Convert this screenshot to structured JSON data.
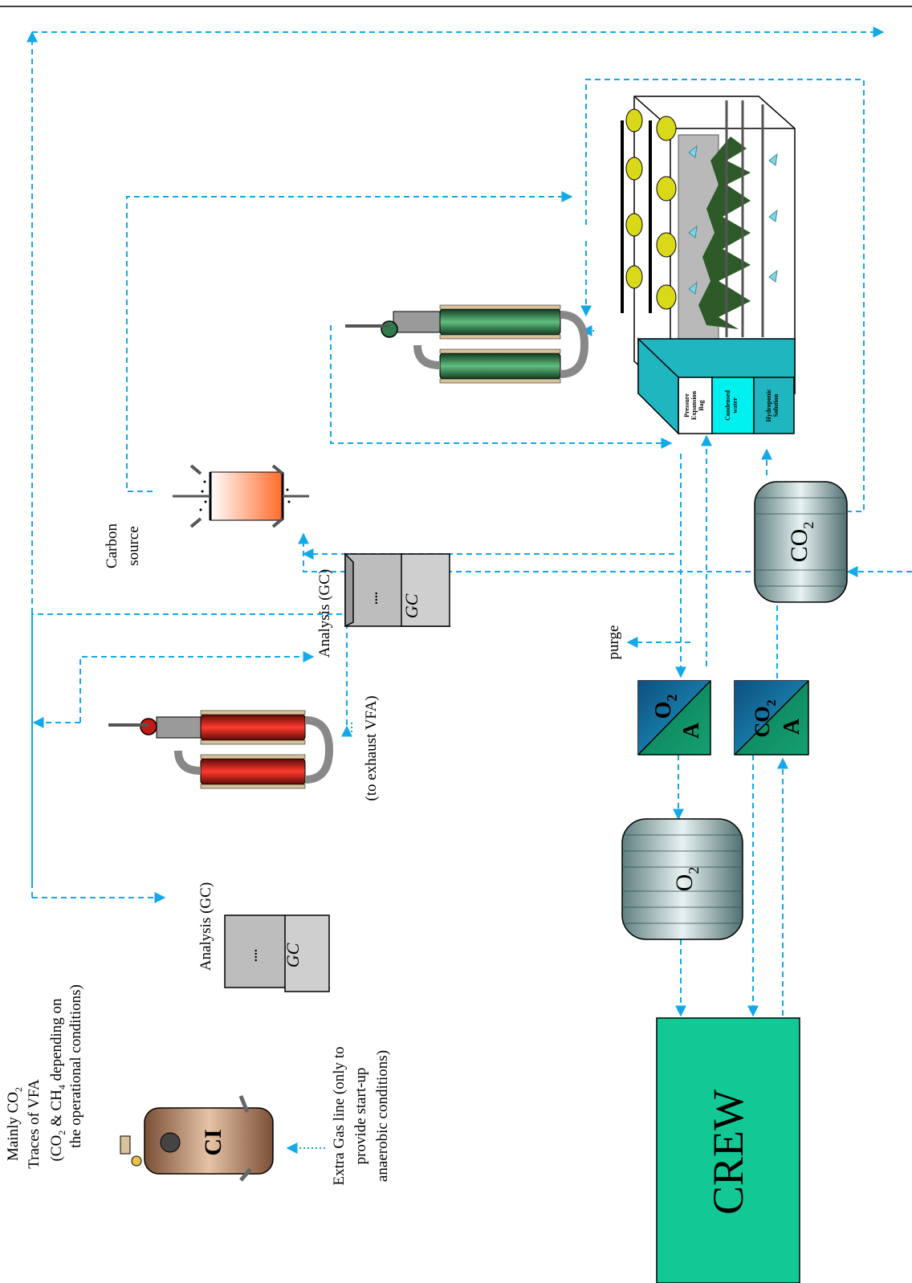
{
  "diagram": {
    "labels": {
      "carbon_source_1": "Carbon",
      "carbon_source_2": "source",
      "analysis_gc_top": "Analysis (GC)",
      "analysis_gc_bottom": "Analysis (GC)",
      "exhaust_vfa": "(to exhaust VFA)",
      "purge": "purge",
      "mainly_co2_line1": "Mainly CO",
      "mainly_co2_line2": "Traces of VFA",
      "mainly_co2_line3a": "(CO",
      "mainly_co2_line3b": " & CH",
      "mainly_co2_line3c": " depending on",
      "mainly_co2_line4": "the operational conditions)",
      "sub_2": "2",
      "sub_4": "4",
      "extra_gas_line1": "Extra Gas line (only to",
      "extra_gas_line2": "provide start-up",
      "extra_gas_line3": "anaerobic conditions)",
      "crew": "CREW",
      "ci": "CI",
      "gc": "GC",
      "dots": "....",
      "o2_tank": "O",
      "co2_tank": "CO",
      "o2a_o": "O",
      "o2a_a": "A",
      "co2a_co": "CO",
      "co2a_a": "A",
      "pressure_1": "Pressure",
      "pressure_2": "Expansion",
      "pressure_3": "Bag",
      "condensed_1": "Condensed",
      "condensed_2": "water",
      "hydroponic_1": "Hydroponic",
      "hydroponic_2": "Solution"
    },
    "colors": {
      "gas_line": "#13a8e8",
      "crew_box": "#12c996",
      "ci_vessel": "#b68a6a",
      "reactor_red": "#c21a12",
      "reactor_green": "#2f7a4a",
      "tank": "#9fb8b8",
      "teal_box": "#1fb6c0"
    }
  }
}
